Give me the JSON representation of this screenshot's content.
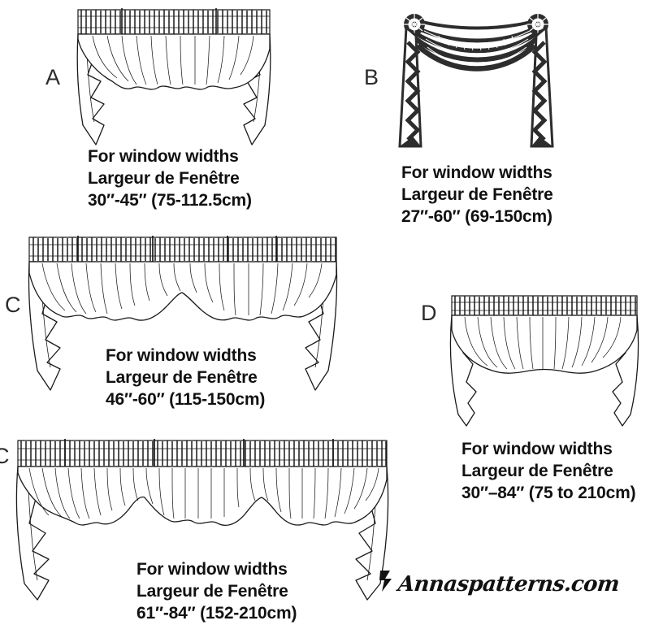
{
  "page": {
    "background": "#ffffff",
    "ink": "#1a1a1a",
    "logo_text": "Annaspatterns.com",
    "logo_mark": "pennant-flag-icon"
  },
  "caption_lines": {
    "line1_en": "For window widths",
    "line2_fr": "Largeur de Fenêtre"
  },
  "styles": [
    {
      "id": "a",
      "letter": "A",
      "icon": "valance-swag-jabot-icon",
      "caption": {
        "line1": "For window widths",
        "line2": "Largeur de Fenêtre",
        "line3": "30″-45″ (75-112.5cm)"
      },
      "width_in": "30″-45″",
      "width_cm": "75-112.5cm"
    },
    {
      "id": "b",
      "letter": "B",
      "icon": "valance-rosette-swag-icon",
      "caption": {
        "line1": "For window widths",
        "line2": "Largeur de Fenêtre",
        "line3": "27″-60″ (69-150cm)"
      },
      "width_in": "27″-60″",
      "width_cm": "69-150cm"
    },
    {
      "id": "c",
      "letter": "C",
      "icon": "valance-double-swag-icon",
      "caption": {
        "line1": "For window widths",
        "line2": "Largeur de Fenêtre",
        "line3": "46″-60″ (115-150cm)"
      },
      "width_in": "46″-60″",
      "width_cm": "115-150cm"
    },
    {
      "id": "d",
      "letter": "D",
      "icon": "valance-arched-swag-icon",
      "caption": {
        "line1": "For window widths",
        "line2": "Largeur de Fenêtre",
        "line3": "30″–84″ (75 to 210cm)"
      },
      "width_in": "30″–84″",
      "width_cm": "75 to 210cm"
    },
    {
      "id": "e",
      "letter": "C",
      "icon": "valance-triple-swag-icon",
      "caption": {
        "line1": "For window widths",
        "line2": "Largeur de Fenêtre",
        "line3": "61″-84″ (152-210cm)"
      },
      "width_in": "61″-84″",
      "width_cm": "152-210cm"
    }
  ]
}
